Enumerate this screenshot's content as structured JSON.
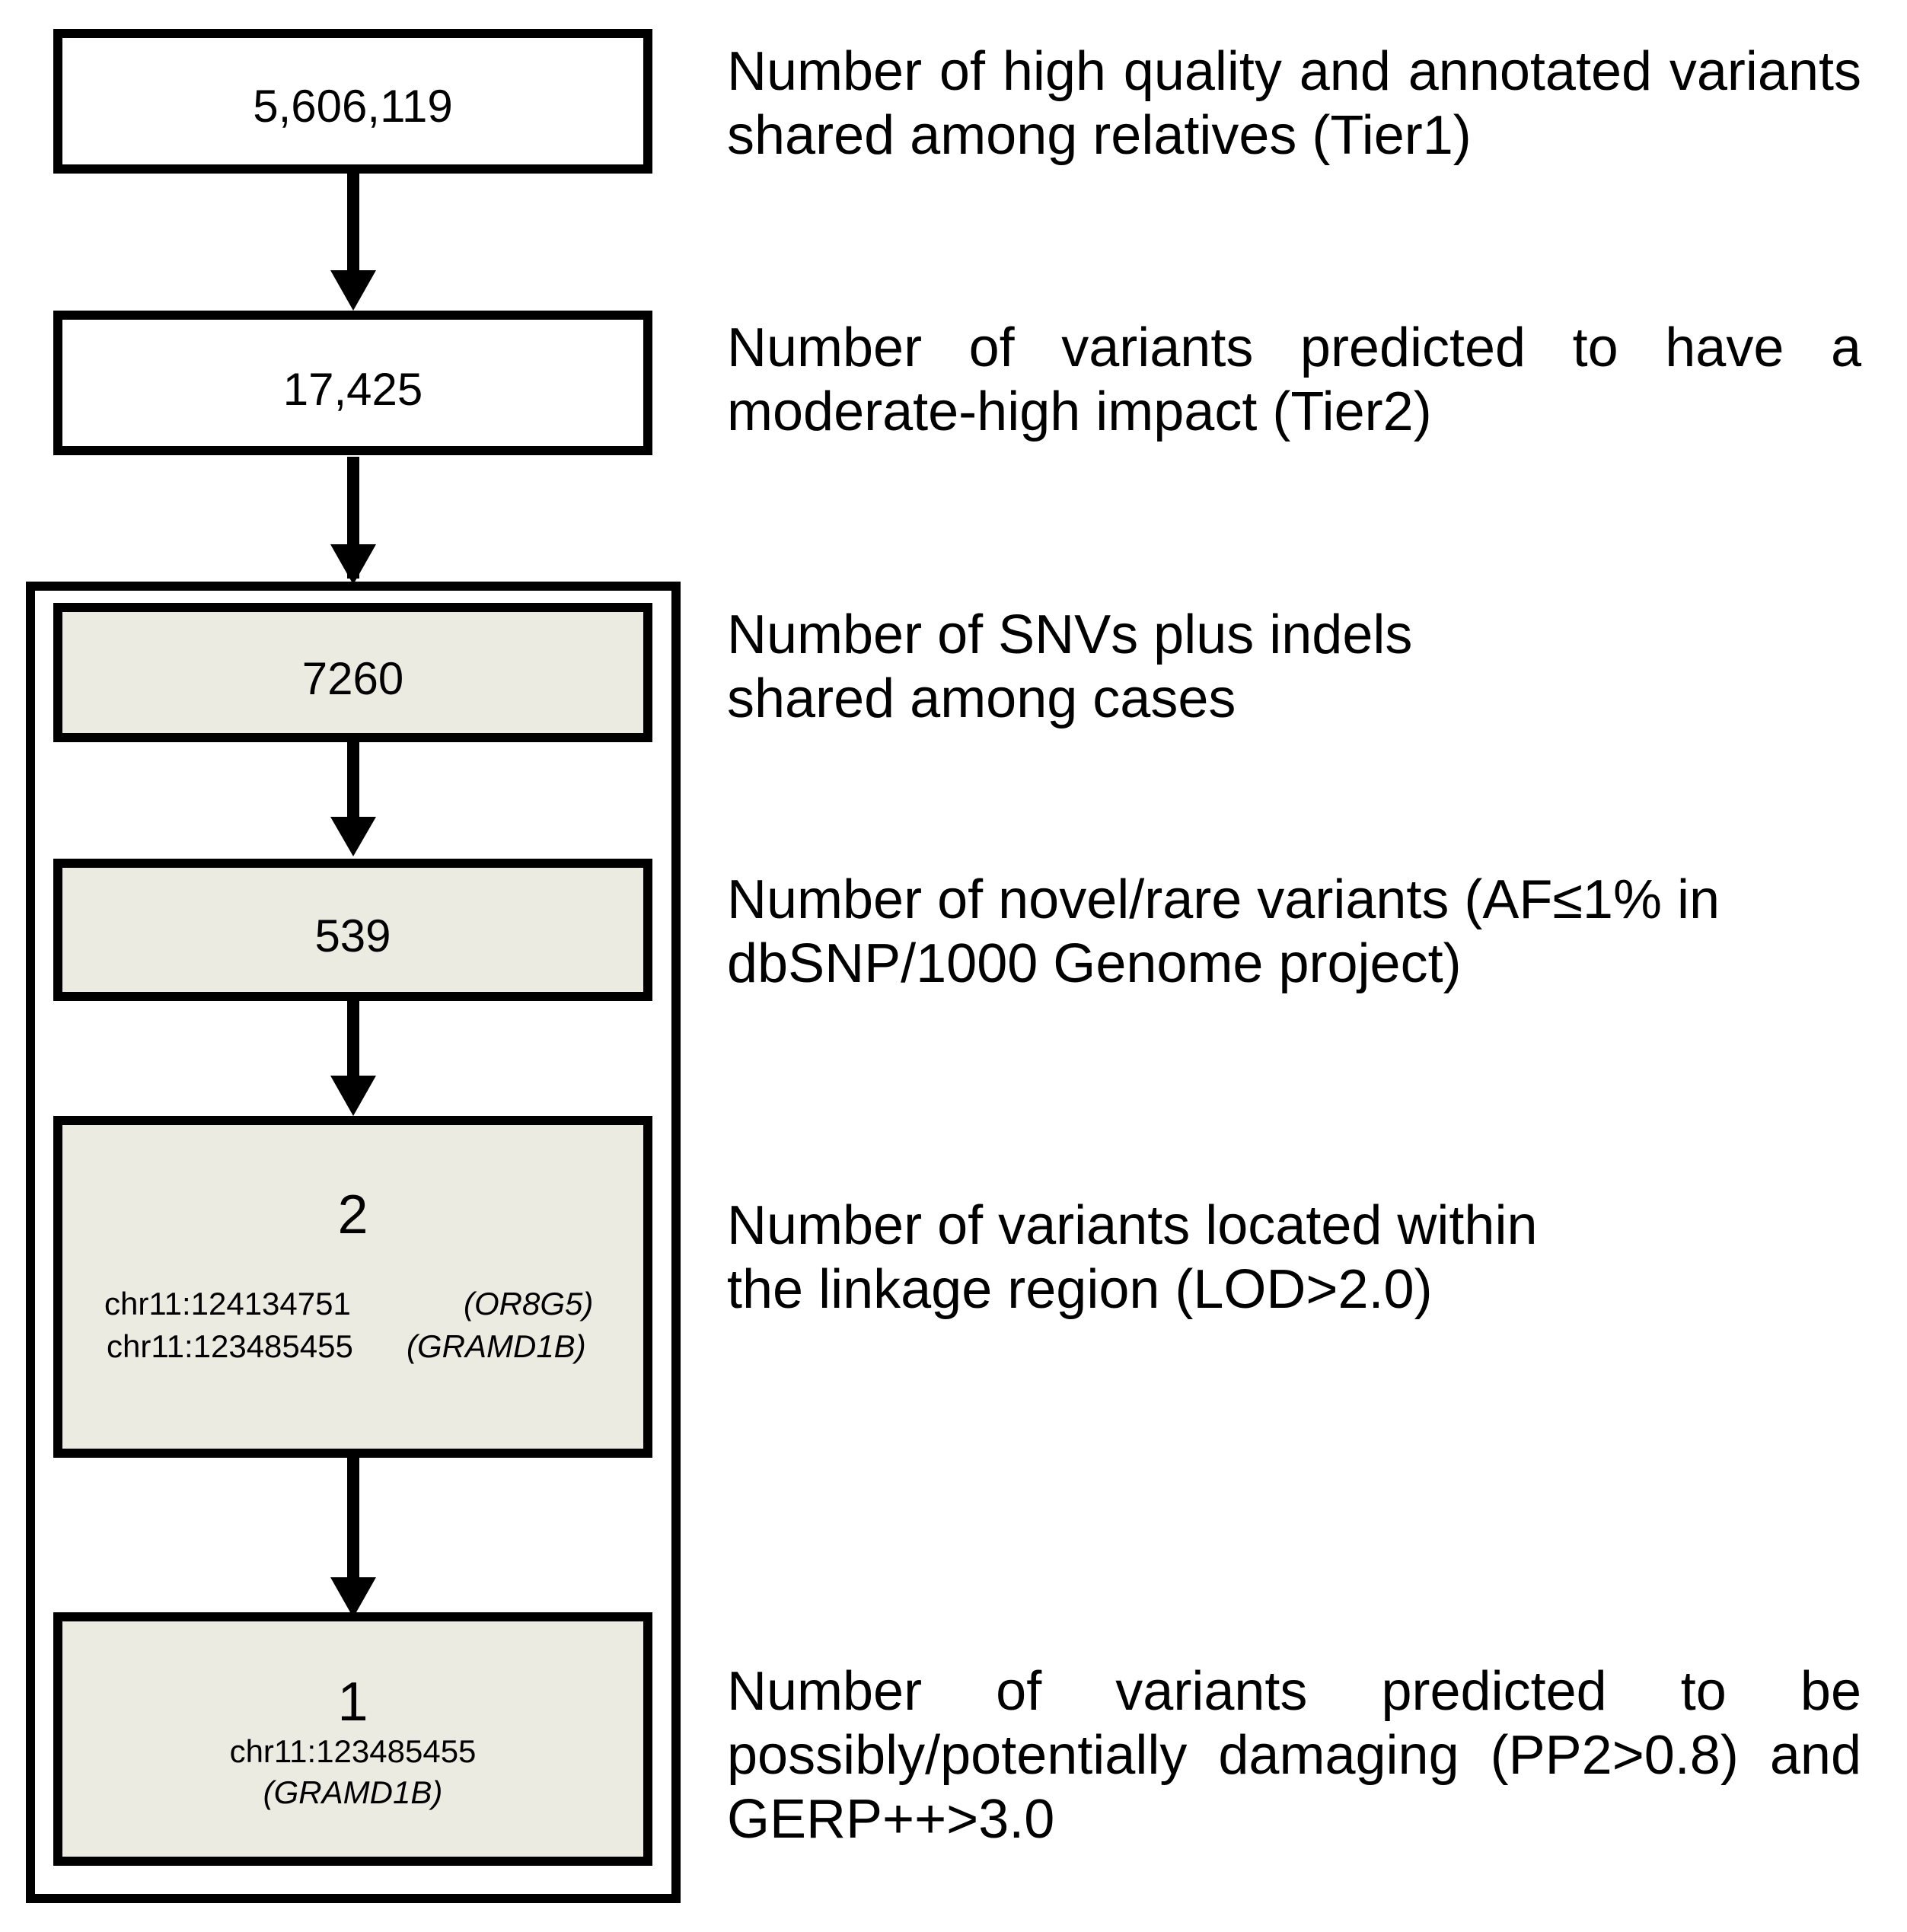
{
  "steps": [
    {
      "count": "5,606,119",
      "description": "Number of  high quality and annotated variants shared among relatives  (Tier1)"
    },
    {
      "count": "17,425",
      "description_line1": "Number of variants predicted to have a",
      "description_line2": "moderate-high impact (Tier2)"
    },
    {
      "count": "7260",
      "description": "Number of SNVs plus indels shared among cases"
    },
    {
      "count": "539",
      "description": "Number of  novel/rare variants (AF≤1% in dbSNP/1000 Genome project)"
    },
    {
      "count": "2",
      "variants": [
        {
          "position": "chr11:124134751",
          "gene": "(OR8G5)"
        },
        {
          "position": "chr11:123485455",
          "gene": "(GRAMD1B)"
        }
      ],
      "description": "Number of variants  located within the linkage region (LOD>2.0)"
    },
    {
      "count": "1",
      "variants": [
        {
          "position": "chr11:123485455",
          "gene": "(GRAMD1B)"
        }
      ],
      "description_line1": "Number of variants predicted to be",
      "description_line2": "possibly/potentially damaging (PP2>0.8) and",
      "description_line3": "GERP++>3.0"
    }
  ],
  "colors": {
    "box_border": "#000000",
    "box_fill_top": "#ffffff",
    "box_fill_shaded": "#ecebe1",
    "arrow": "#000000"
  }
}
